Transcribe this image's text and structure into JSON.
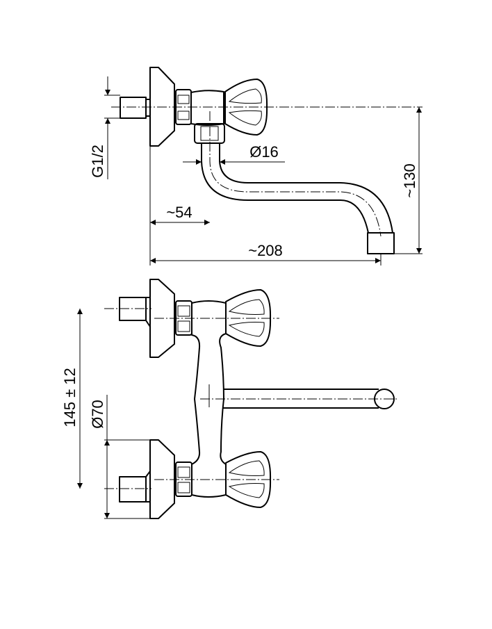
{
  "drawing": {
    "title": "Wall-mounted two-handle faucet dimension drawing",
    "colors": {
      "line": "#000000",
      "background": "#ffffff"
    },
    "side_view": {
      "thread_label": "G1/2",
      "spout_diameter_label": "Ø16",
      "outlet_offset_label": "~54",
      "spout_reach_label": "~208",
      "spout_height_label": "~130"
    },
    "front_view": {
      "center_distance_label": "145 ± 12",
      "escutcheon_diameter_label": "Ø70"
    }
  }
}
